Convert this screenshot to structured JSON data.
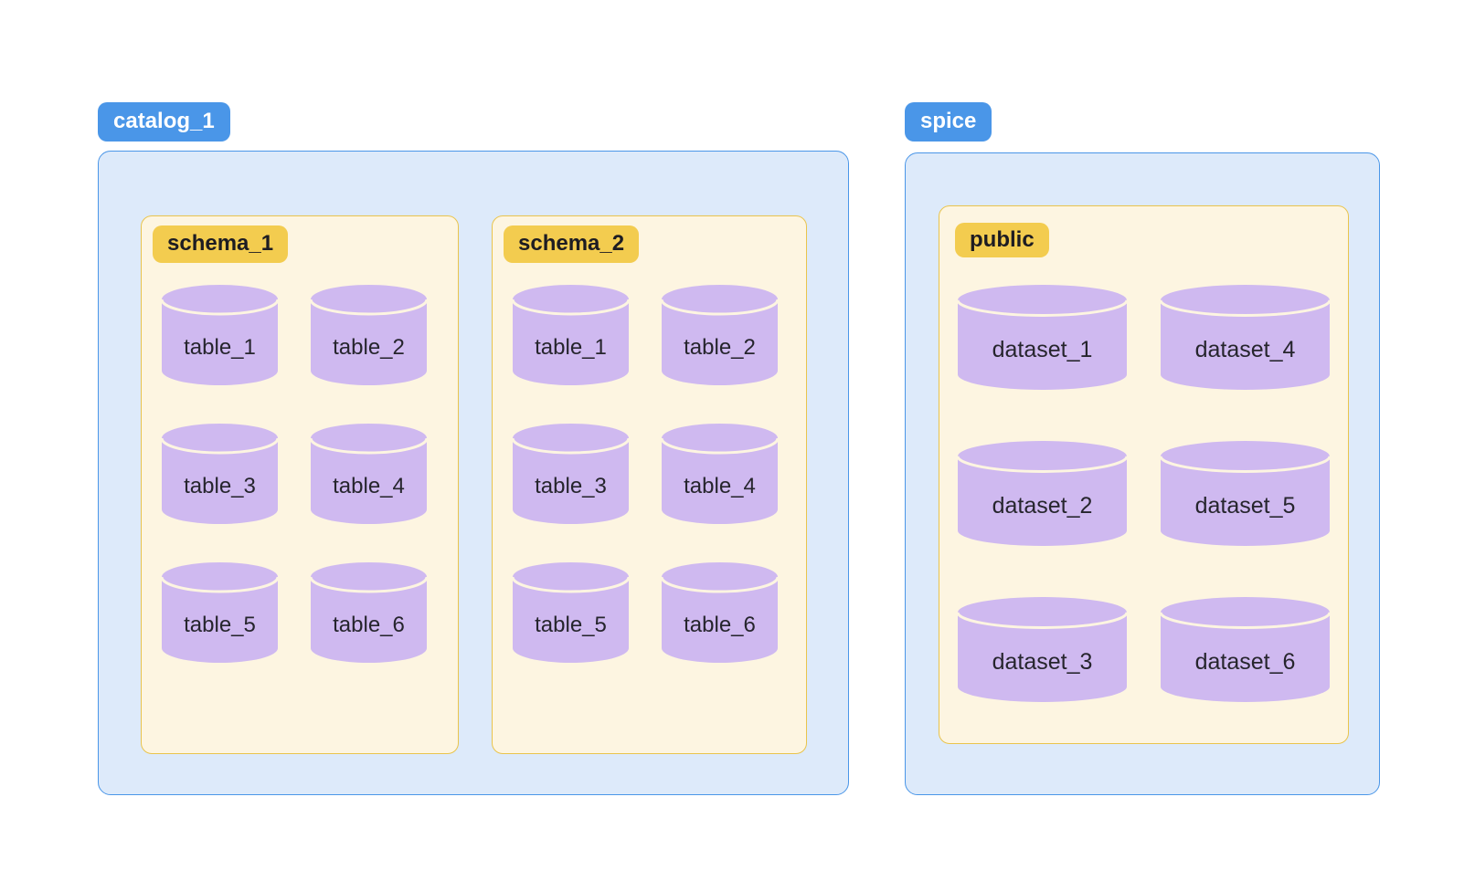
{
  "diagram": {
    "groups": [
      {
        "label": "catalog_1",
        "kind": "catalog",
        "schemas": [
          {
            "label": "schema_1",
            "items": [
              "table_1",
              "table_2",
              "table_3",
              "table_4",
              "table_5",
              "table_6"
            ]
          },
          {
            "label": "schema_2",
            "items": [
              "table_1",
              "table_2",
              "table_3",
              "table_4",
              "table_5",
              "table_6"
            ]
          }
        ]
      },
      {
        "label": "spice",
        "kind": "catalog",
        "schemas": [
          {
            "label": "public",
            "items": [
              "dataset_1",
              "dataset_2",
              "dataset_3",
              "dataset_4",
              "dataset_5",
              "dataset_6"
            ]
          }
        ]
      }
    ],
    "colors": {
      "catalog_pill": "#4a96e8",
      "catalog_fill": "#ddeafa",
      "catalog_border": "#4a96e8",
      "schema_pill": "#f3cc4f",
      "schema_fill": "#fdf5e1",
      "schema_border": "#e9c44d",
      "cylinder_fill": "#cfb9f0",
      "cylinder_text": "#26252d",
      "pill_text_light": "#ffffff",
      "pill_text_dark": "#1d1c22"
    }
  }
}
